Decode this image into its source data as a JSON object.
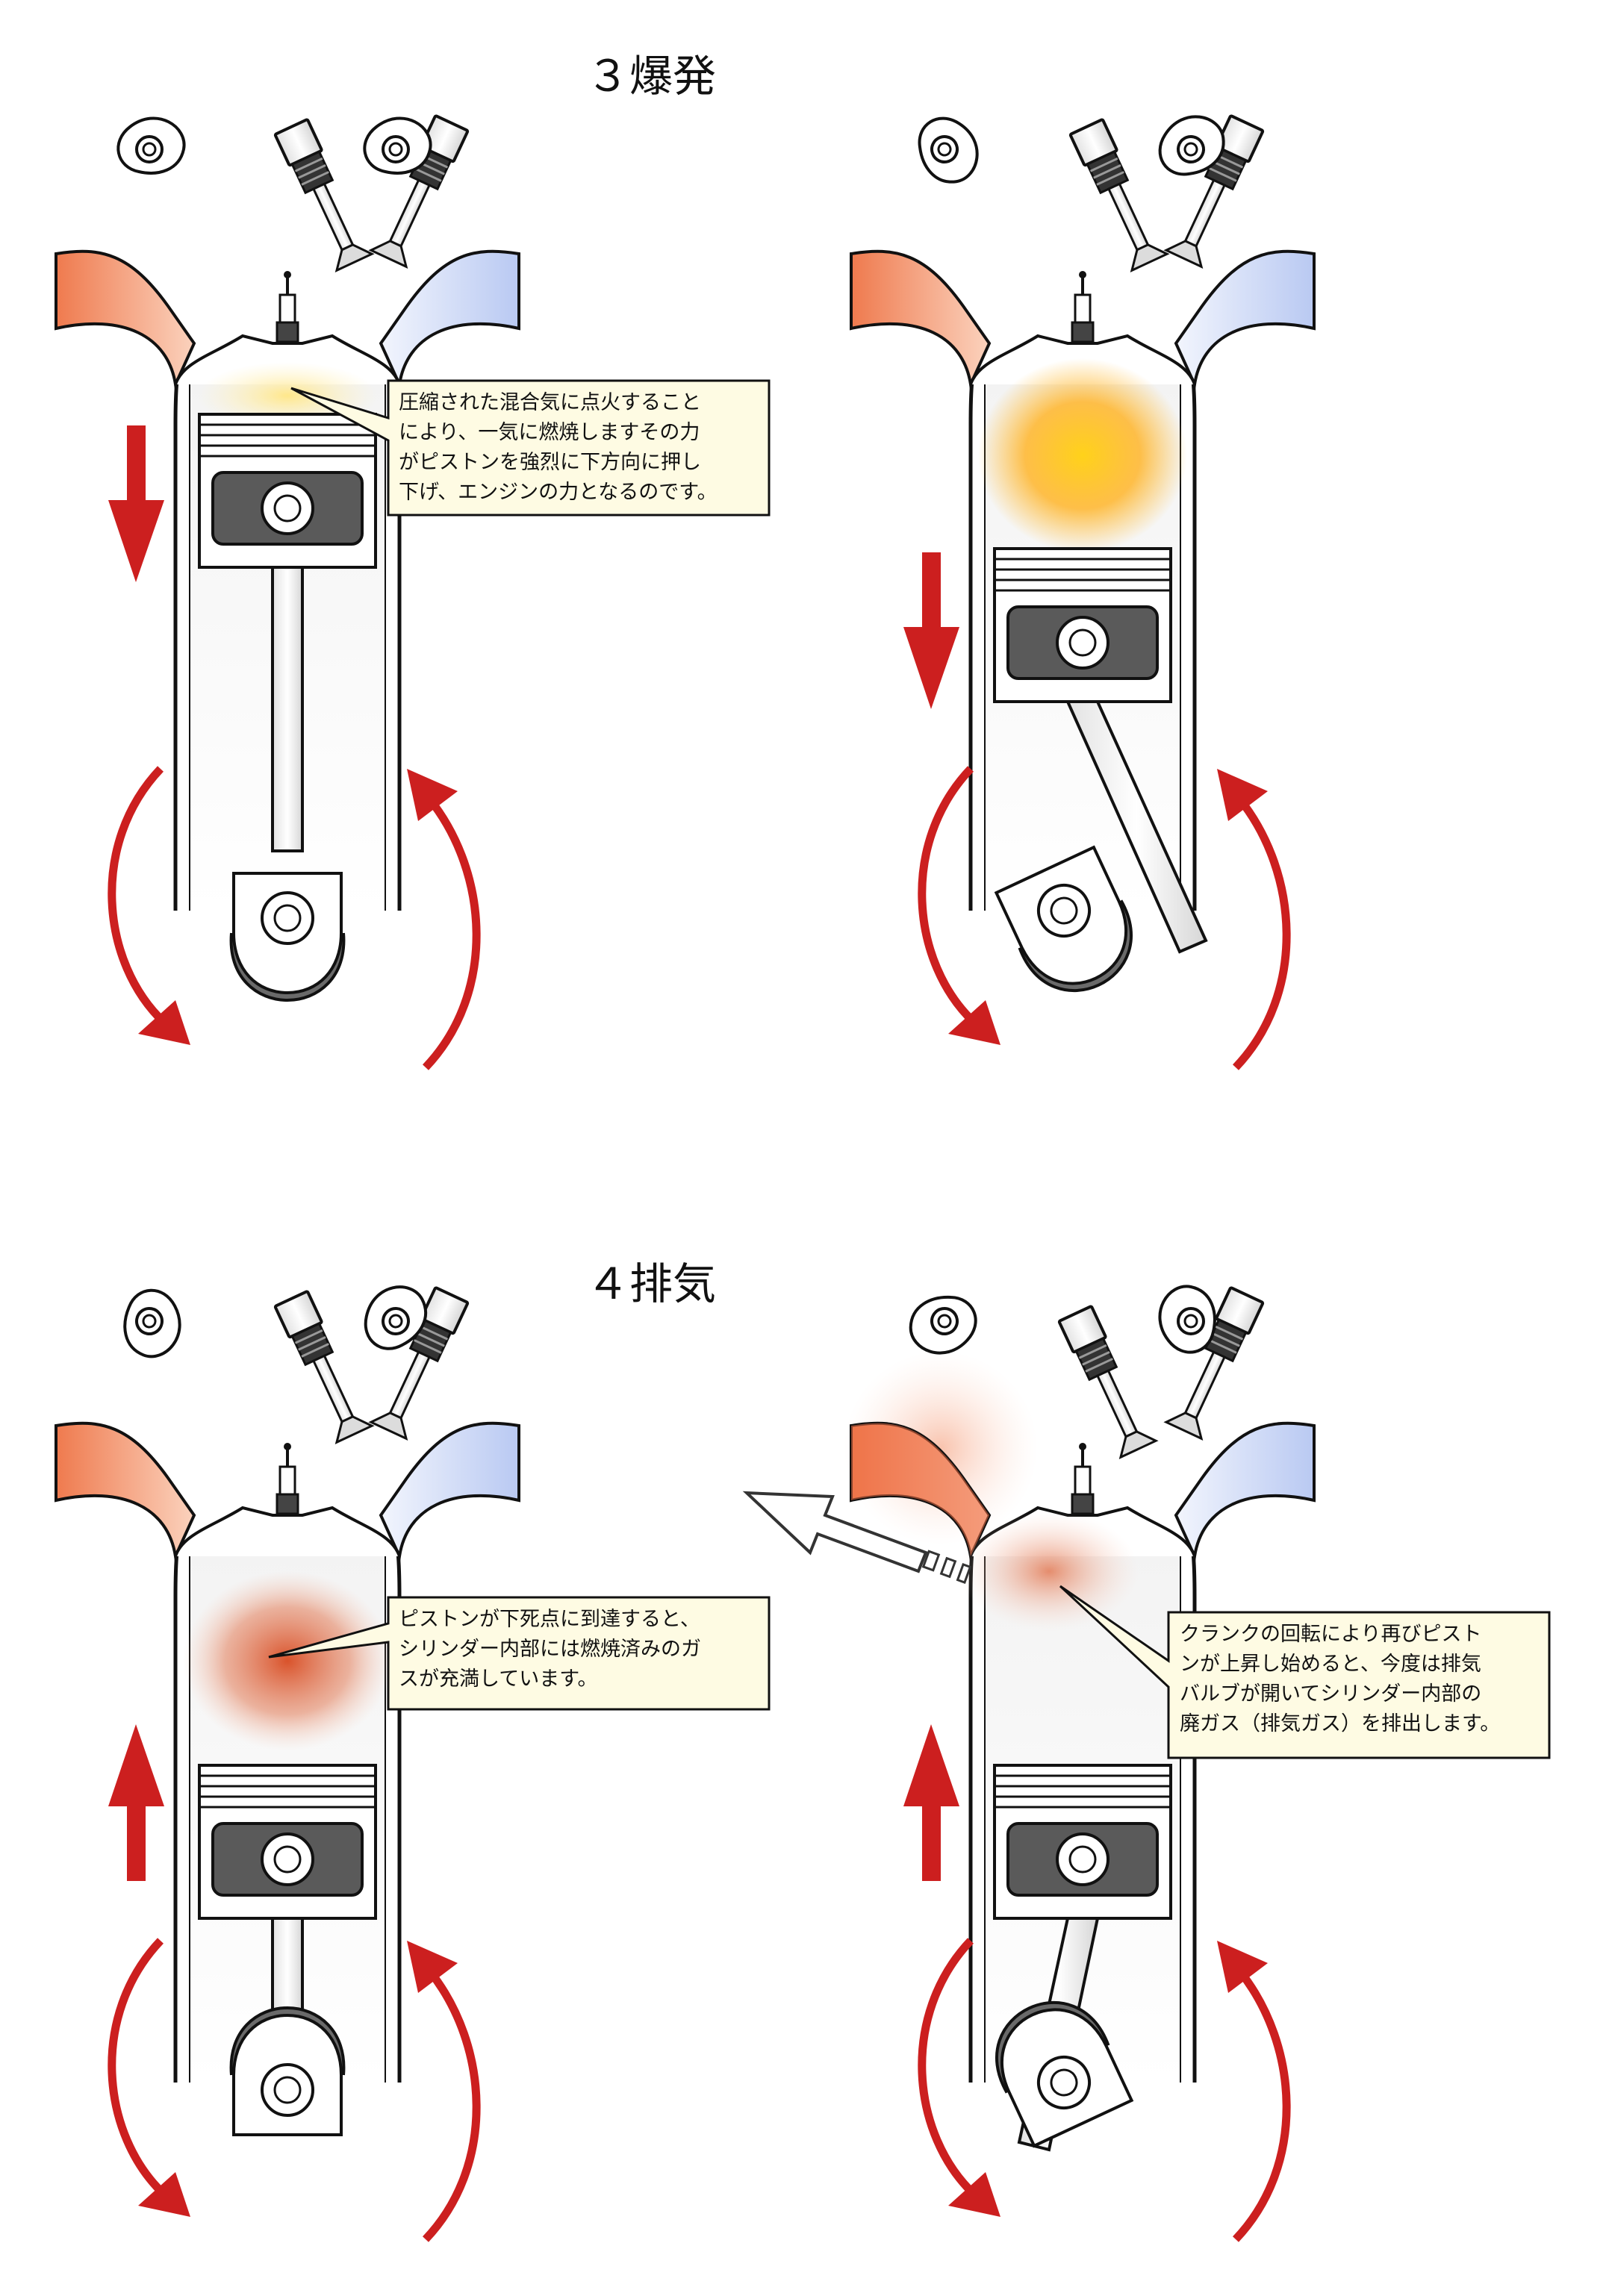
{
  "sections": [
    {
      "heading": "３爆発"
    },
    {
      "heading": "４排気"
    }
  ],
  "callouts": {
    "combustion": "圧縮された混合気に点火すること\nにより、一気に燃焼しますその力\nがピストンを強烈に下方向に押し\n下げ、エンジンの力となるのです。",
    "bottom_dead_center": "ピストンが下死点に到達すると、\nシリンダー内部には燃焼済みのガ\nスが充満しています。",
    "exhaust": "クランクの回転により再びピスト\nンが上昇し始めると、今度は排気\nバルブが開いてシリンダー内部の\n廃ガス（排気ガス）を排出します。"
  },
  "colors": {
    "intake_port": "#f28c62",
    "exhaust_port": "#c9d6f5",
    "arrow_red": "#cc1f1f",
    "piston_dark": "#5a5a5a",
    "callout_bg": "#fefbe3",
    "combustion_glow": "#ffcc33",
    "burnt_gas": "#d94f25"
  },
  "icons": {
    "direction_arrow": "red-block-arrow",
    "rotation_arrow": "red-curved-arrow",
    "exhaust_flow": "white-outline-arrow"
  }
}
